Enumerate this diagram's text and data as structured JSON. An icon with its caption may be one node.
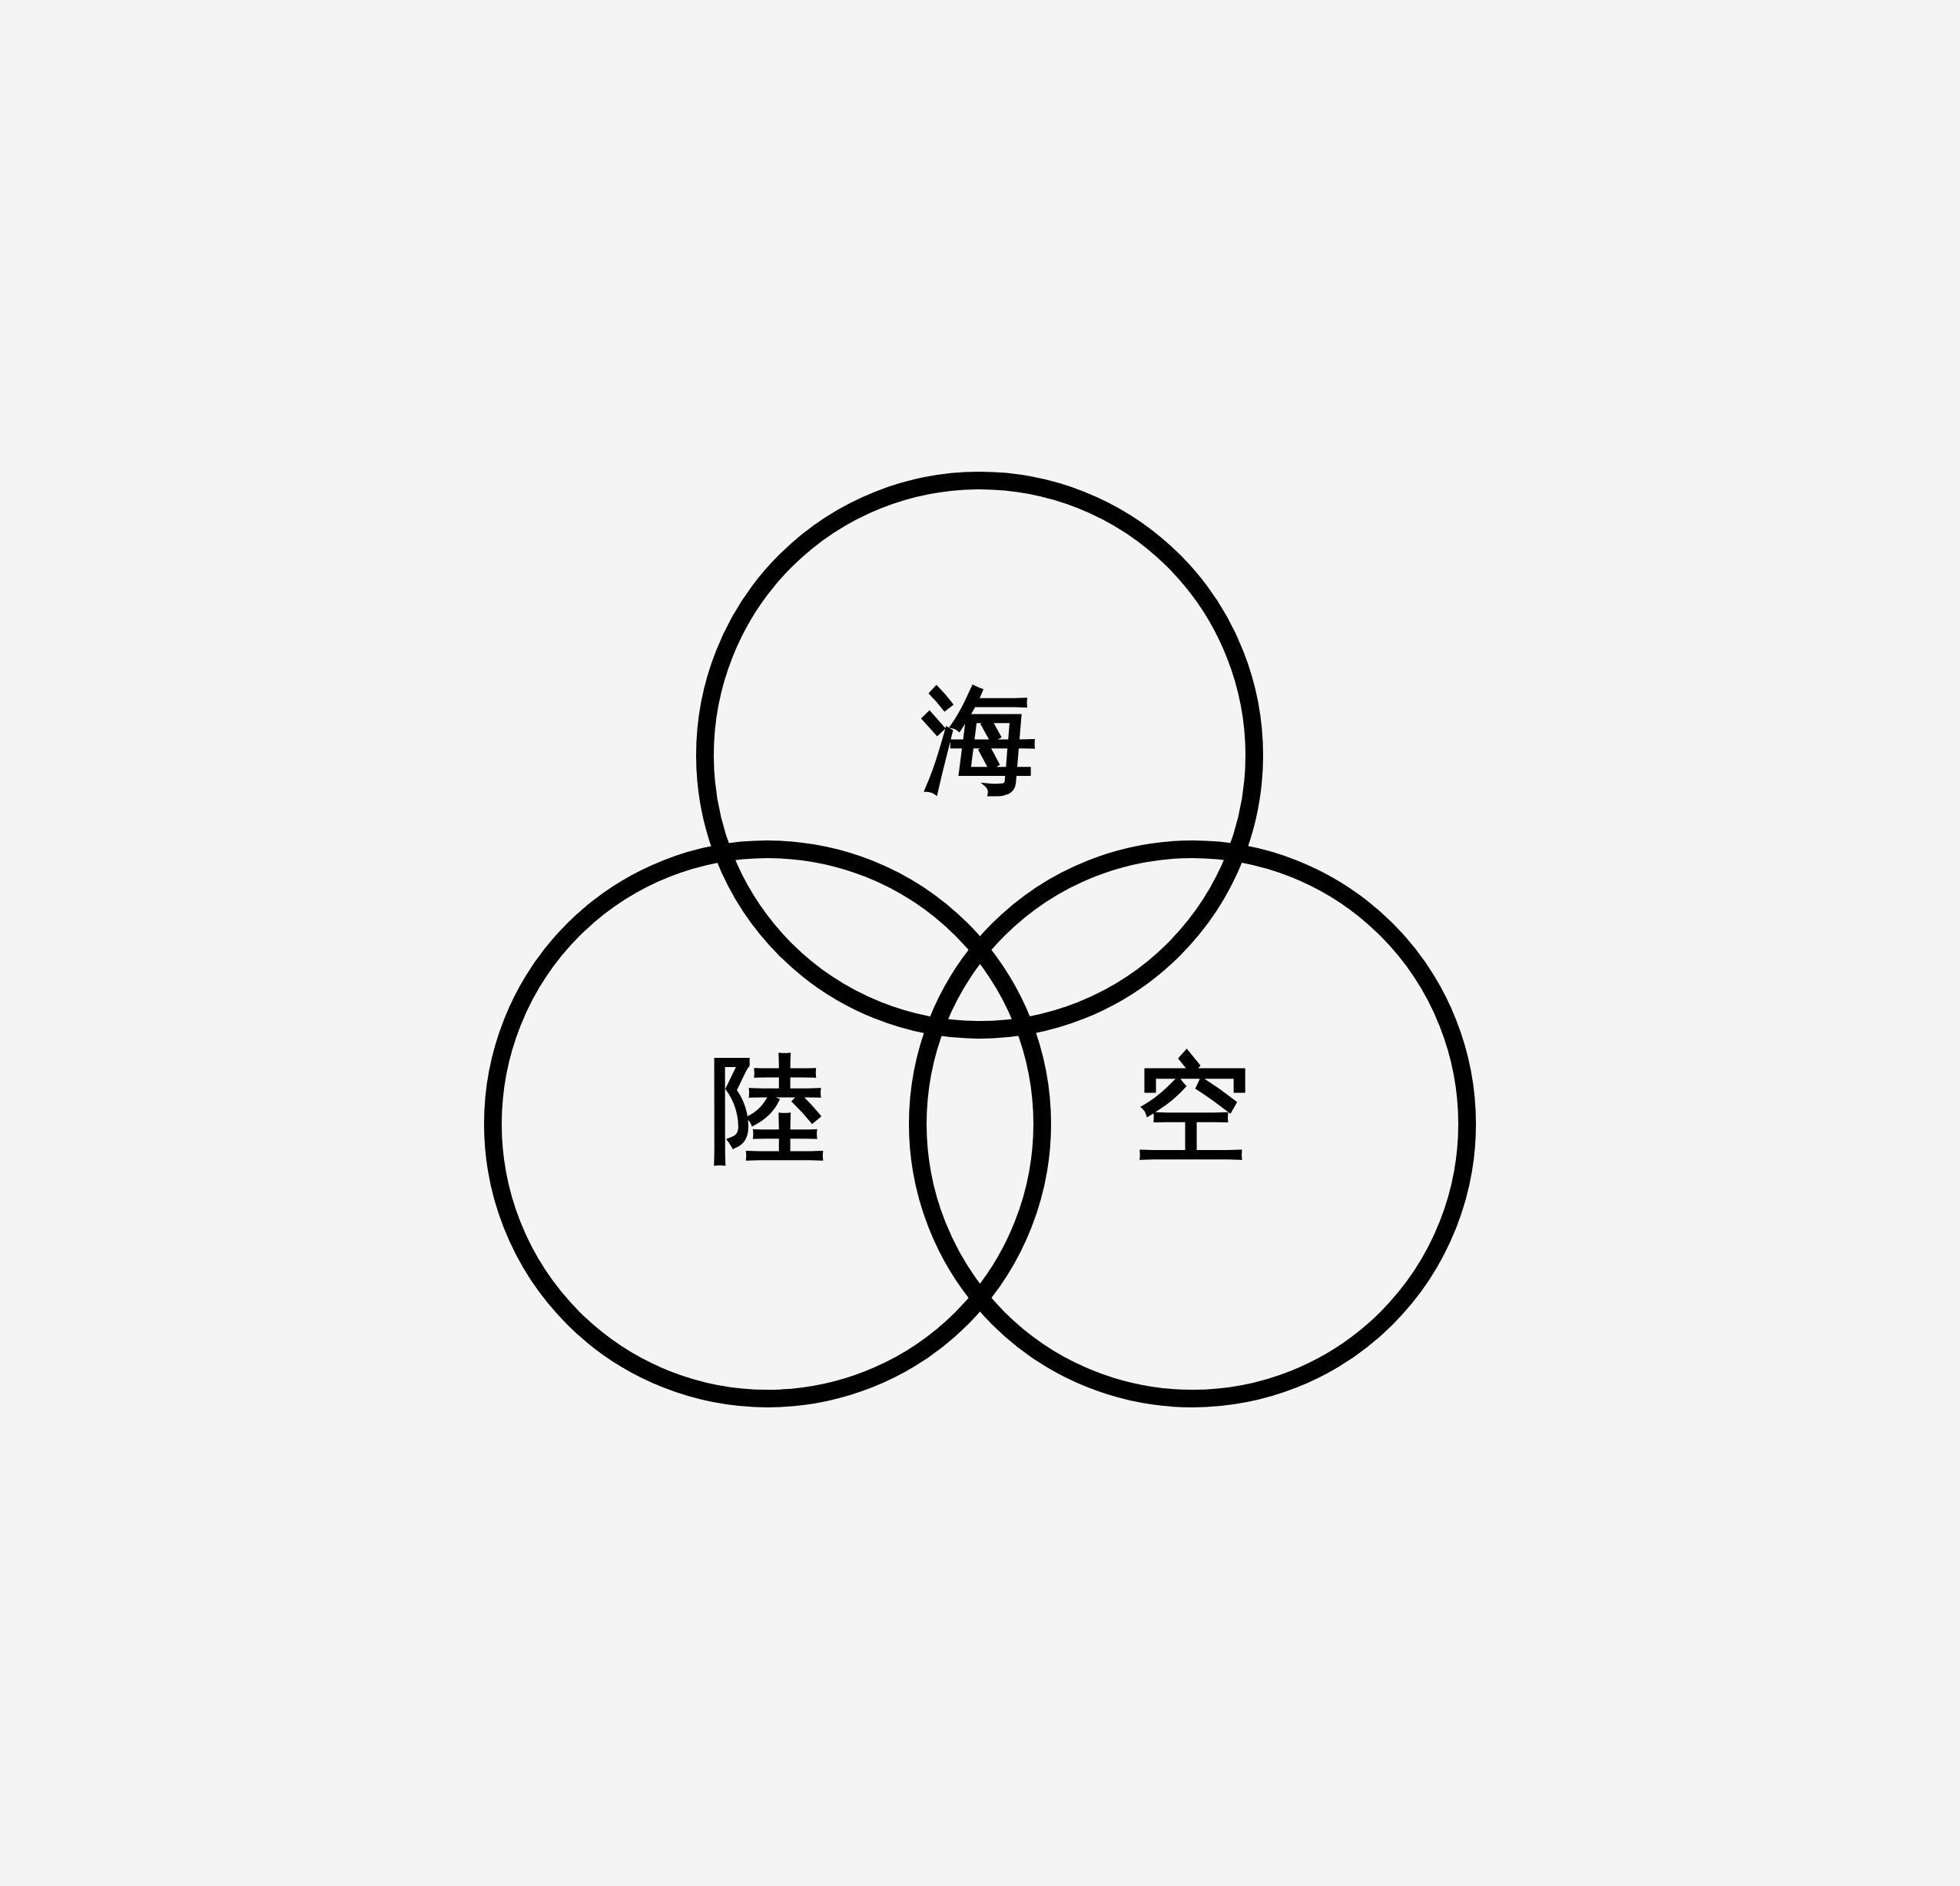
{
  "diagram": {
    "nodes": [
      {
        "text": [
          "海"
        ]
      },
      {
        "text": [
          "陸"
        ]
      },
      {
        "text": [
          "空"
        ]
      }
    ]
  }
}
